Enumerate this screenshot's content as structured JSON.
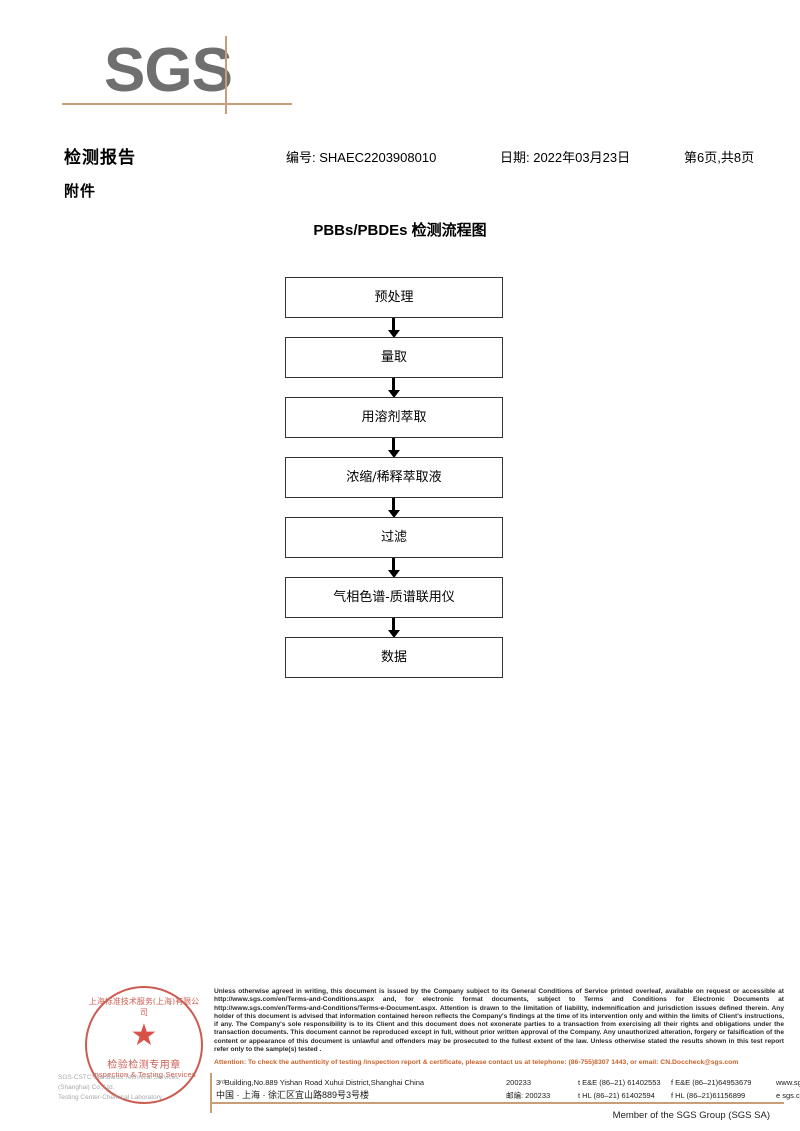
{
  "logo": {
    "text": "SGS",
    "accent_color": "#c79e77",
    "text_color": "#6f6f6f"
  },
  "header": {
    "title": "检测报告",
    "report_no": "编号: SHAEC2203908010",
    "date": "日期: 2022年03月23日",
    "page": "第6页,共8页",
    "attachment": "附件"
  },
  "chart_data": {
    "type": "diagram",
    "title": "PBBs/PBDEs 检测流程图",
    "nodes": [
      {
        "label": "预处理"
      },
      {
        "label": "量取"
      },
      {
        "label": "用溶剂萃取"
      },
      {
        "label": "浓缩/稀释萃取液"
      },
      {
        "label": "过滤"
      },
      {
        "label": "气相色谱-质谱联用仪"
      },
      {
        "label": "数据"
      }
    ]
  },
  "seal": {
    "arc_top": "上海标准技术服务(上海)有限公司",
    "cn_label": "检验检测专用章",
    "en_label": "Inspection & Testing Services",
    "star": "★",
    "color": "#c0392b"
  },
  "watermark": {
    "line1": "SGS-CSTC Standards Technical Services (Shanghai) Co.,Ltd.",
    "line2": "Testing Center-Chemical Laboratory"
  },
  "footer": {
    "legal": "Unless otherwise agreed in writing, this document is issued by the Company subject to its General Conditions of Service printed overleaf, available on request or accessible at http://www.sgs.com/en/Terms-and-Conditions.aspx and, for electronic format documents, subject to Terms and Conditions for Electronic Documents at http://www.sgs.com/en/Terms-and-Conditions/Terms-e-Document.aspx. Attention is drawn to the limitation of liability, indemnification and jurisdiction issues defined therein. Any holder of this document is advised that information contained hereon reflects the Company's findings at the time of its intervention only and within the limits of Client's instructions, if any. The Company's sole responsibility is to its Client and this document does not exonerate parties to a transaction from exercising all their rights and obligations under the transaction documents. This document cannot be reproduced except in full, without prior written approval of the Company. Any unauthorized alteration, forgery or falsification of the content or appearance of this document is unlawful and offenders may be prosecuted to the fullest extent of the law. Unless otherwise stated the results shown in this test report refer only to the sample(s) tested .",
    "attention": "Attention: To check the authenticity of testing /inspection report & certificate, please contact us at telephone: (86-755)8307 1443, or email: CN.Doccheck@sgs.com",
    "attention_color": "#c9622a",
    "address_en": "3ʳᵈBuilding,No.889 Yishan Road Xuhui District,Shanghai China",
    "address_cn": "中国 · 上海 · 徐汇区宜山路889号3号楼",
    "zip_en": "200233",
    "zip_cn": "邮编: 200233",
    "tel1": "t E&E (86–21) 61402553",
    "fax1": "f E&E (86–21)64953679",
    "tel2": "t HL (86–21) 61402594",
    "fax2": "f HL (86–21)61156899",
    "website": "www.sgsgroup.com.cn",
    "email": "e sgs.china@sgs.com",
    "member": "Member of the SGS Group (SGS SA)"
  }
}
